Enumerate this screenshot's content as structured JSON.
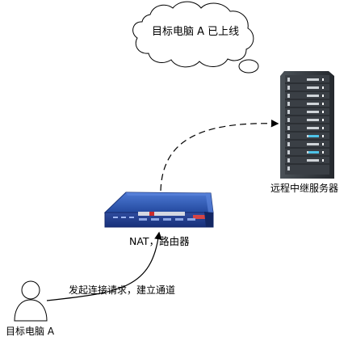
{
  "diagram": {
    "cloud_message": "目标电脑 A 已上线",
    "server_label": "远程中继服务器",
    "router_label": "NAT，路由器",
    "request_label": "发起连接请求，建立通道",
    "user_label": "目标电脑 A"
  },
  "colors": {
    "line": "#000000",
    "server_dark": "#2f3438",
    "router_blue": "#1f3f8f",
    "router_highlight": "#3c66c2",
    "server_led": "#4ec3e8"
  }
}
